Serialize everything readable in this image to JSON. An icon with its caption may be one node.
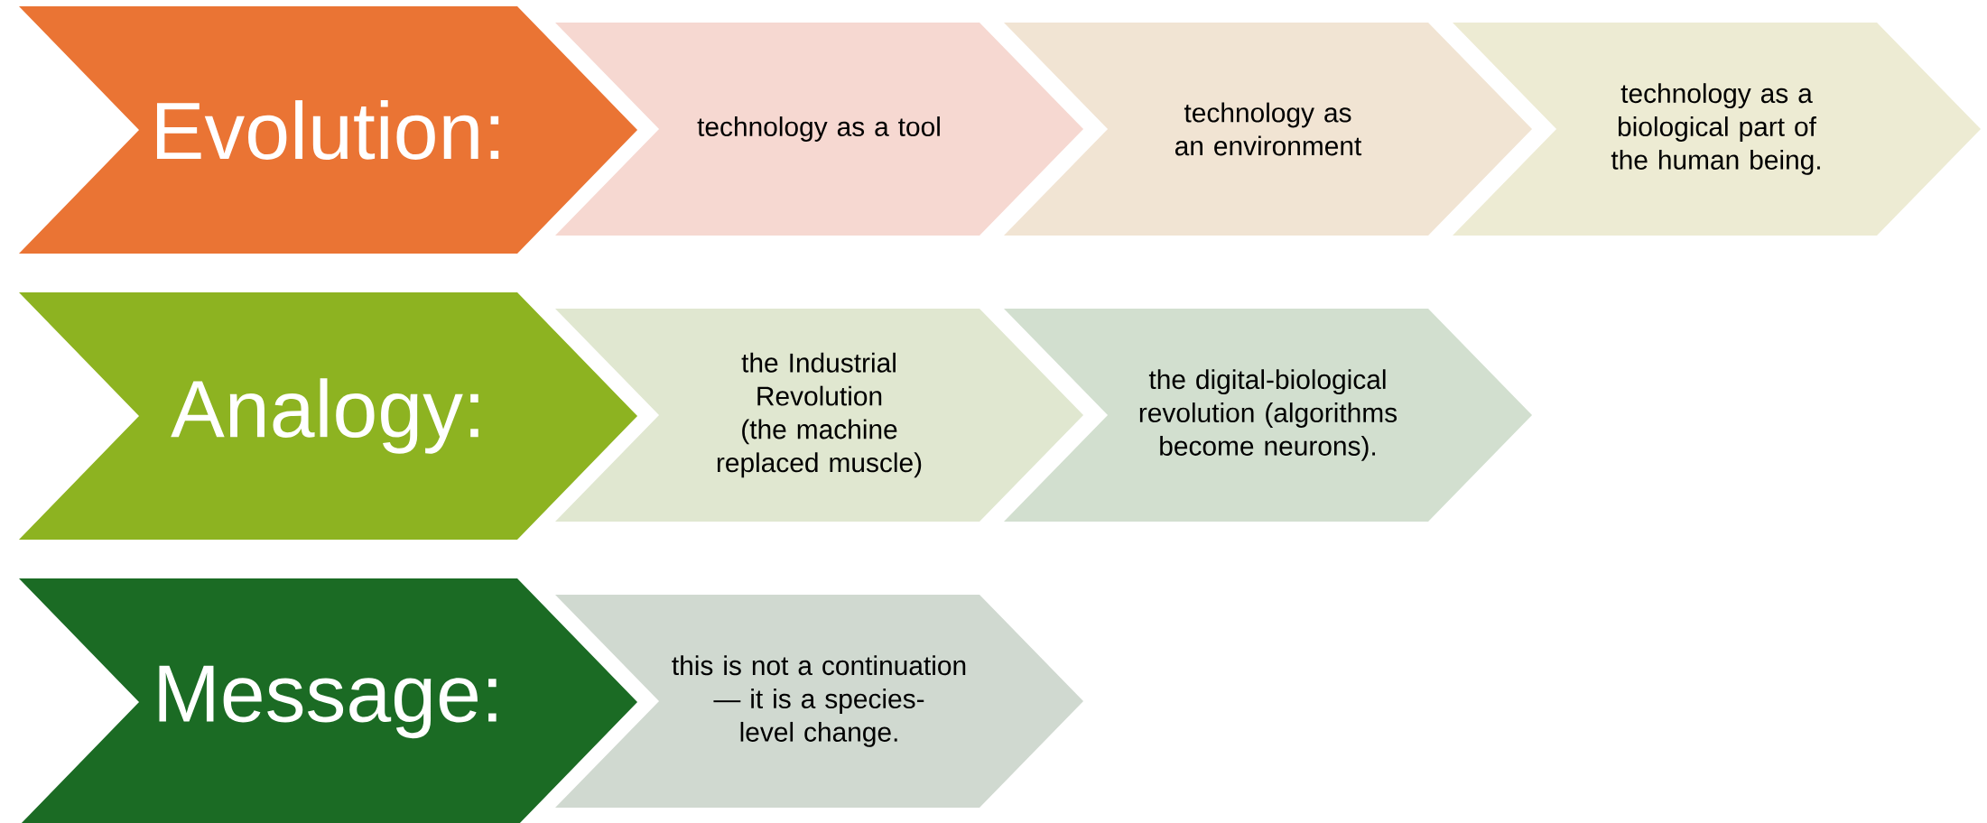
{
  "diagram": {
    "nodes": [
      {
        "text": [
          "Evolution:"
        ]
      },
      {
        "text": [
          "technology as a tool"
        ]
      },
      {
        "text": [
          "technology as an environment"
        ]
      },
      {
        "text": [
          "technology as a biological part of the human being."
        ]
      },
      {
        "text": [
          "Analogy:"
        ]
      },
      {
        "text": [
          "the Industrial Revolution (the machine replaced muscle)"
        ]
      },
      {
        "text": [
          "the digital-biological revolution (algorithms become neurons)."
        ]
      },
      {
        "text": [
          "Message:"
        ]
      },
      {
        "text": [
          "this is not a continuation — it is a species-level change."
        ]
      }
    ]
  }
}
